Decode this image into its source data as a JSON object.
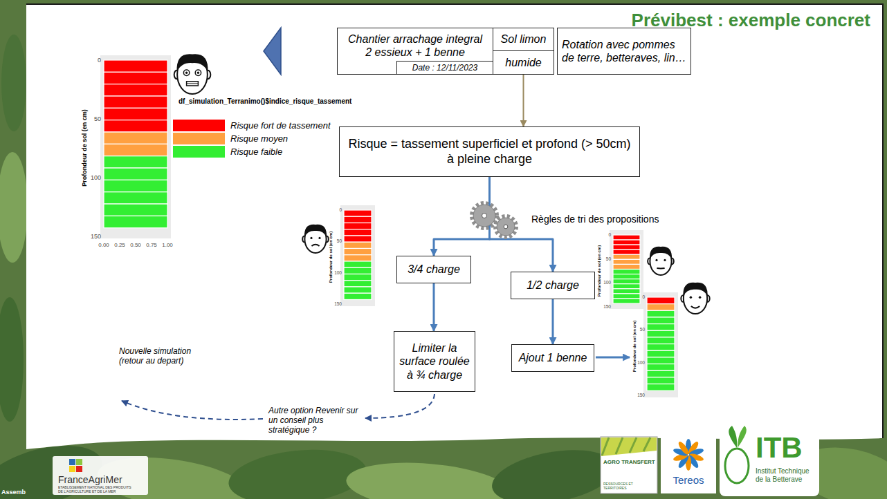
{
  "diagram": {
    "title": "Prévibest : exemple concret",
    "nodes": [
      {
        "text": [
          "Chantier arrachage integral 2 essieux + 1 benne"
        ]
      },
      {
        "text": [
          "Date : 12/11/2023"
        ],
        "in": 0
      },
      {
        "text": [
          "Sol limon"
        ]
      },
      {
        "text": [
          "humide"
        ]
      },
      {
        "text": [
          "Rotation avec pommes de terre, betteraves, lin…"
        ]
      },
      {
        "text": [
          "Risque = tassement superficiel et profond (> 50cm) à pleine charge"
        ]
      },
      {
        "text": [
          "3/4 charge"
        ]
      },
      {
        "text": [
          "1/2 charge"
        ]
      },
      {
        "text": [
          "Limiter la surface roulée à ¾ charge"
        ]
      },
      {
        "text": [
          "Ajout 1 benne"
        ]
      }
    ],
    "edges": [
      {
        "from": 3,
        "to": 5,
        "arrow": "to"
      },
      {
        "from": 5,
        "to": 6,
        "arrow": "to"
      },
      {
        "from": 5,
        "to": 7,
        "arrow": "to"
      },
      {
        "from": 6,
        "to": 8,
        "arrow": "to"
      },
      {
        "from": 7,
        "to": 9,
        "arrow": "to"
      }
    ],
    "labels": [
      "Règles de tri des propositions",
      "Nouvelle simulation (retour au depart)",
      "Autre option Revenir sur un conseil plus stratégique ?",
      "df_simulation_Terranimo()$indice_risque_tassement",
      "Profondeur de sol (en cm)",
      "0",
      "50",
      "100",
      "150",
      "0.00",
      "0.25",
      "0.50",
      "0.75",
      "1.00",
      "Profondeur de sol (en cm)",
      "0",
      "50",
      "100",
      "150",
      "Profondeur de sol (en cm)",
      "0",
      "50",
      "100",
      "150",
      "Profondeur de sol (en cm)",
      "0",
      "50",
      "100",
      "150",
      "FranceAgriMer",
      "ETABLISSEMENT NATIONAL DES PRODUITS DE L'AGRICULTURE ET DE LA MER",
      "AGRO TRANSFERT",
      "RESSOURCES ET TERRITOIRES",
      "Tereos",
      "ITB",
      "Institut Technique de la Betterave",
      "Assemb"
    ],
    "legend": [
      {
        "text": "Risque fort de tassement",
        "color": "#ff0000"
      },
      {
        "text": "Risque moyen",
        "color": "#ffa040"
      },
      {
        "text": "Risque faible",
        "color": "#33ee33"
      }
    ]
  }
}
